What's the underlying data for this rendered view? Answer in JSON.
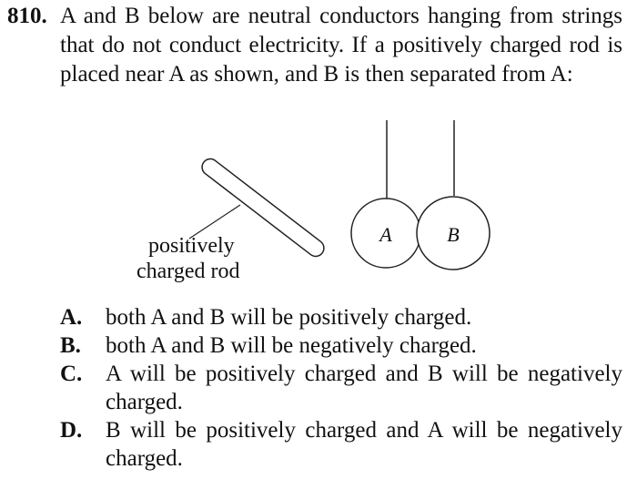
{
  "question": {
    "number": "810.",
    "text": "A and B below are neutral conductors hanging from strings that do not conduct electricity. If a positively charged rod is placed near A as shown, and B is then separated from A:"
  },
  "figure": {
    "rod_label_line1": "positively",
    "rod_label_line2": "charged rod",
    "ball_a_label": "A",
    "ball_b_label": "B"
  },
  "options": [
    {
      "letter": "A.",
      "text": "both A and B will be positively charged."
    },
    {
      "letter": "B.",
      "text": "both A and B will be negatively charged."
    },
    {
      "letter": "C.",
      "text": "A will be positively charged and B will be negatively charged."
    },
    {
      "letter": "D.",
      "text": "B will be positively charged and A will be negatively charged."
    }
  ]
}
